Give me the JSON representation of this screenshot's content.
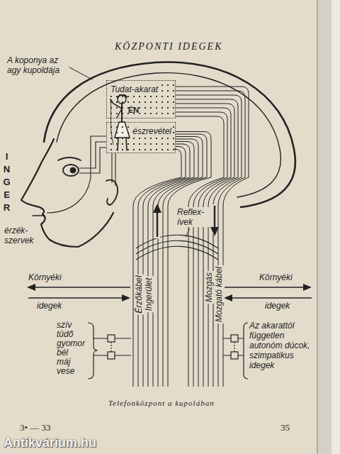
{
  "diagram": {
    "title": "KÖZPONTI IDEGEK",
    "caption": "Telefonközpont a kupolában",
    "nodes": [
      {
        "text": [
          "Tudat-akarat"
        ]
      },
      {
        "text": [
          "észrevétel"
        ]
      }
    ],
    "labels": [
      "A koponya az agy kupoldája",
      "ÉN",
      "I N G E R",
      "érzék-szervek",
      "Reflex-ívek",
      "Környéki",
      "idegek",
      "Érzőkábel",
      "Ingerület",
      "Mozgás",
      "Mozgató kábel",
      "Környéki",
      "idegek",
      "szív",
      "tüdő",
      "gyomor",
      "bél",
      "máj",
      "vese",
      "Az akarattól független autonóm dúcok, szimpatikus idegek",
      "3• — 33",
      "35",
      "Antikvárium.hu"
    ]
  }
}
